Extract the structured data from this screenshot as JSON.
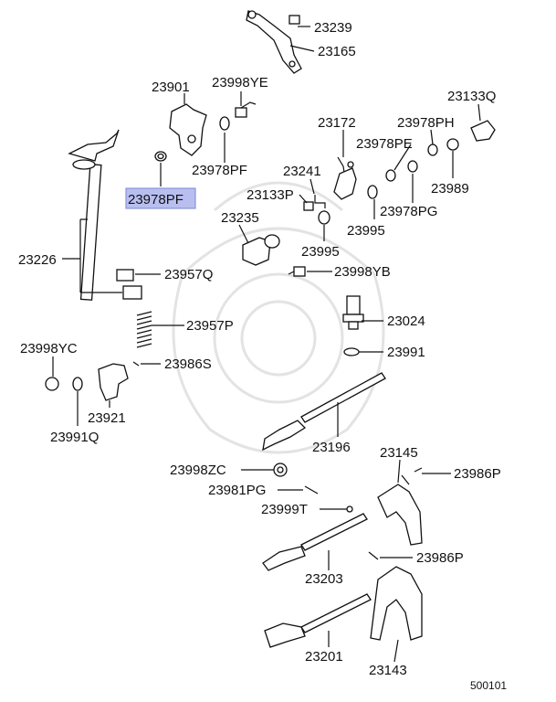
{
  "diagram": {
    "highlight_color": "#b8bff0",
    "labels": {
      "p23239": "23239",
      "p23165": "23165",
      "p23901": "23901",
      "p23998YE": "23998YE",
      "p23133Q": "23133Q",
      "p23172": "23172",
      "p23978PH": "23978PH",
      "p23978PE": "23978PE",
      "p23978PF_top": "23978PF",
      "p23978PF_sel": "23978PF",
      "p23241": "23241",
      "p23133P": "23133P",
      "p23989": "23989",
      "p23978PG": "23978PG",
      "p23235": "23235",
      "p23995_a": "23995",
      "p23995_b": "23995",
      "p23226": "23226",
      "p23957Q": "23957Q",
      "p23998YB": "23998YB",
      "p23024": "23024",
      "p23957P": "23957P",
      "p23998YC": "23998YC",
      "p23991": "23991",
      "p23986S": "23986S",
      "p23921": "23921",
      "p23991Q": "23991Q",
      "p23196": "23196",
      "p23145": "23145",
      "p23998ZC": "23998ZC",
      "p23986P_a": "23986P",
      "p23981PG": "23981PG",
      "p23999T": "23999T",
      "p23986P_b": "23986P",
      "p23203": "23203",
      "p23201": "23201",
      "p23143": "23143",
      "footer": "500101"
    }
  }
}
